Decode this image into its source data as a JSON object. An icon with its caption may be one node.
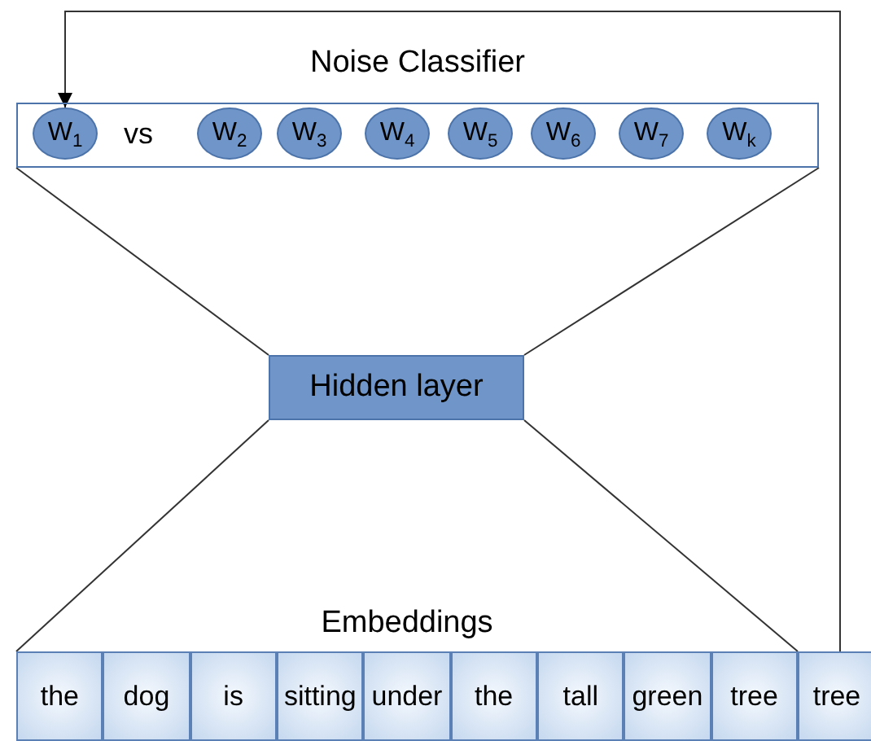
{
  "diagram": {
    "nodes": [
      {
        "text": [
          "Noise Classifier",
          "vs"
        ]
      },
      {
        "text": [
          "W$_{1}$"
        ],
        "in": 0
      },
      {
        "text": [
          "W$_{2}$"
        ],
        "in": 0
      },
      {
        "text": [
          "W$_{3}$"
        ],
        "in": 0
      },
      {
        "text": [
          "W$_{4}$"
        ],
        "in": 0
      },
      {
        "text": [
          "W$_{5}$"
        ],
        "in": 0
      },
      {
        "text": [
          "W$_{6}$"
        ],
        "in": 0
      },
      {
        "text": [
          "W$_{7}$"
        ],
        "in": 0
      },
      {
        "text": [
          "W$_{k}$"
        ],
        "in": 0
      },
      {
        "text": [
          "Hidden layer"
        ]
      },
      {
        "text": [
          "Embeddings"
        ]
      },
      {
        "text": [
          "the"
        ],
        "in": 10
      },
      {
        "text": [
          "dog"
        ],
        "in": 10
      },
      {
        "text": [
          "is"
        ],
        "in": 10
      },
      {
        "text": [
          "sitting"
        ],
        "in": 10
      },
      {
        "text": [
          "under"
        ],
        "in": 10
      },
      {
        "text": [
          "the"
        ],
        "in": 10
      },
      {
        "text": [
          "tall"
        ],
        "in": 10
      },
      {
        "text": [
          "green"
        ],
        "in": 10
      },
      {
        "text": [
          "tree"
        ],
        "in": 10
      },
      {
        "text": [
          "tree"
        ]
      }
    ],
    "edges": [
      {
        "from": 0,
        "to": 9,
        "arrow": "none"
      },
      {
        "from": 0,
        "to": 9,
        "arrow": "none"
      },
      {
        "from": 9,
        "to": 10,
        "arrow": "none"
      },
      {
        "from": 9,
        "to": 10,
        "arrow": "none"
      },
      {
        "from": 20,
        "to": 1,
        "arrow": "to"
      }
    ]
  }
}
